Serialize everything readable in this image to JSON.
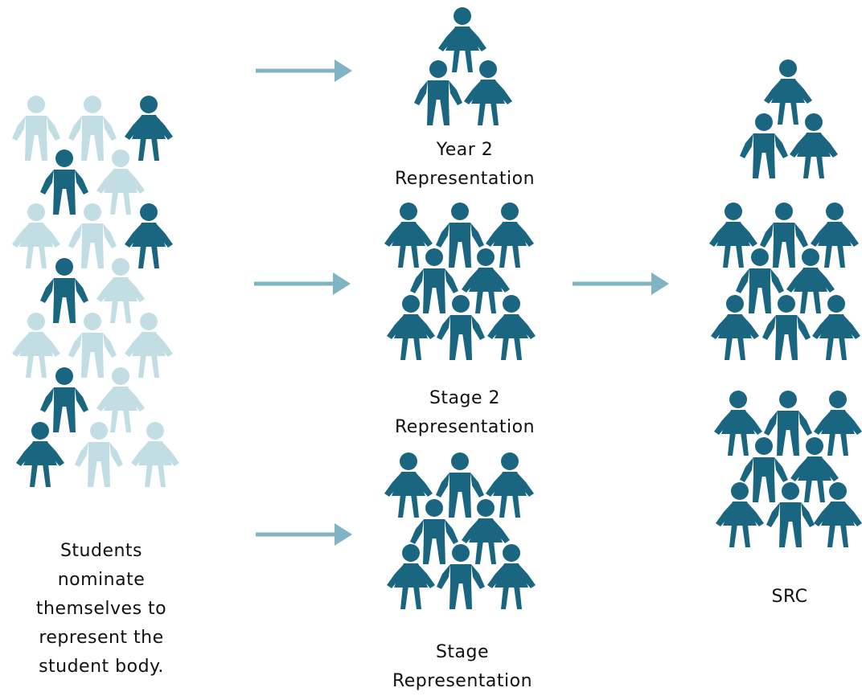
{
  "colors": {
    "dark_figure": "#1a6680",
    "light_figure": "#c3dde5",
    "arrow": "#80b4c3",
    "text": "#111111"
  },
  "icons": {
    "figure_boy": "person-boy-icon",
    "figure_girl": "person-girl-icon",
    "arrow": "arrow-right-icon"
  },
  "labels": {
    "students": [
      "Students",
      "nominate",
      "themselves to",
      "represent the",
      "student body."
    ],
    "year2": [
      "Year 2",
      "Representation"
    ],
    "stage2": [
      "Stage 2",
      "Representation"
    ],
    "stage": [
      "Stage",
      "Representation"
    ],
    "src": [
      "SRC"
    ]
  }
}
